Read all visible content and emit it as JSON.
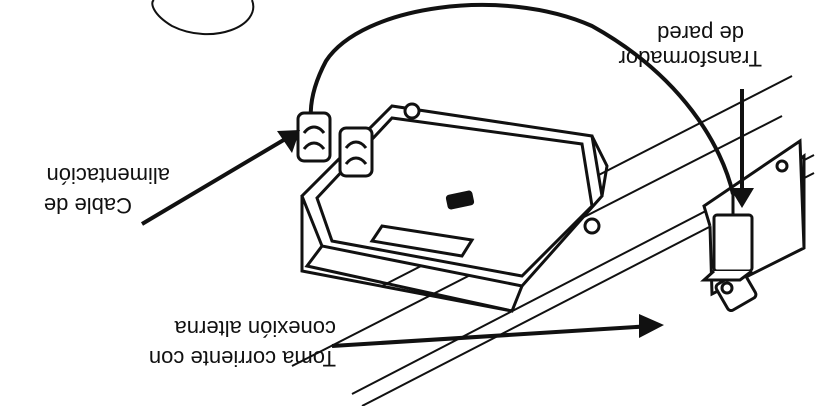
{
  "labels": {
    "transformer_line1": "Transformador",
    "transformer_line2": "de pared",
    "cable_line1": "Cable de",
    "cable_line2": "alimentación",
    "outlet_line1": "Toma corriente con",
    "outlet_line2": "conexión alterna"
  },
  "rendering": {
    "orientation": "rotated 180 degrees (upside down)",
    "line_color": "#111111",
    "background": "#ffffff"
  }
}
